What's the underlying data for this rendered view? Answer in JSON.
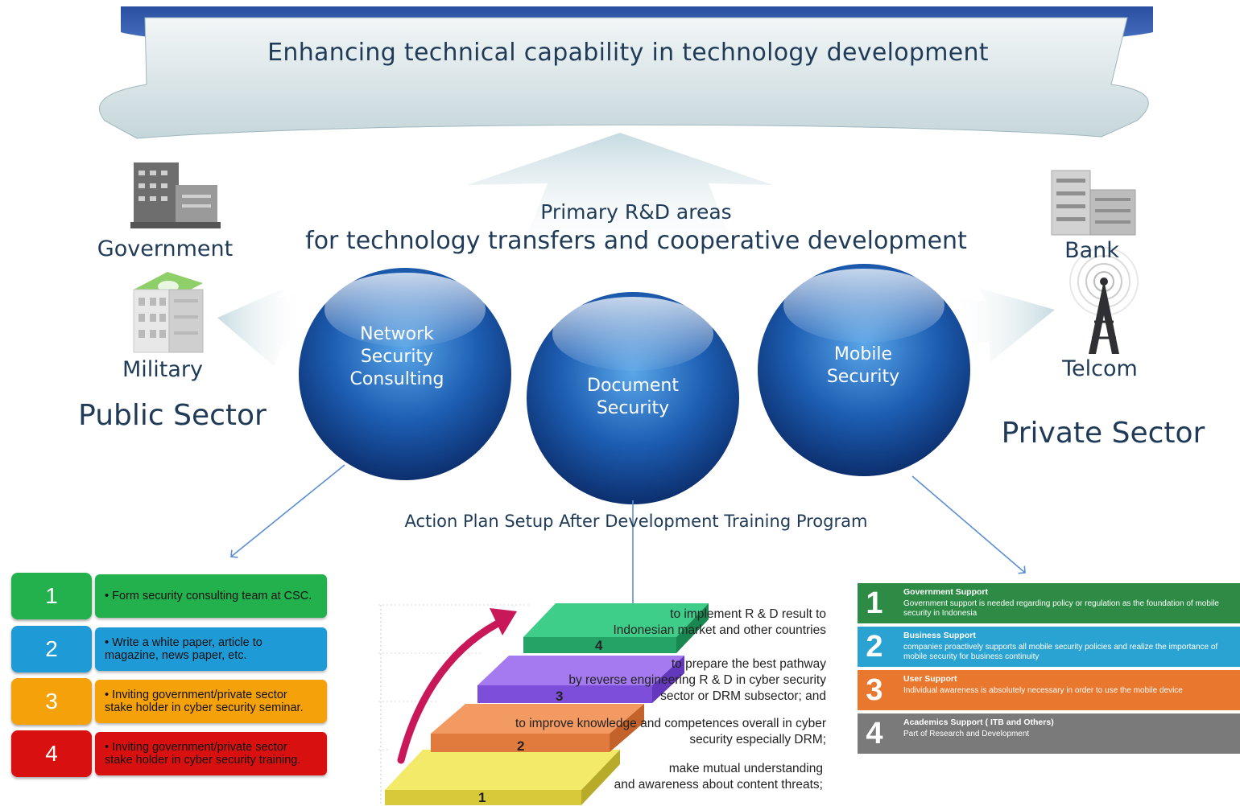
{
  "banner": {
    "title": "Enhancing technical capability in technology development"
  },
  "primary": {
    "line1": "Primary R&D areas",
    "line2": "for technology transfers and cooperative development"
  },
  "public_sector": {
    "label": "Public Sector",
    "entities": [
      "Government",
      "Military"
    ]
  },
  "private_sector": {
    "label": "Private Sector",
    "entities": [
      "Bank",
      "Telcom"
    ]
  },
  "spheres": [
    {
      "label": "Network Security Consulting"
    },
    {
      "label": "Document Security"
    },
    {
      "label": "Mobile Security"
    }
  ],
  "action_plan": "Action Plan Setup After Development Training Program",
  "left_list": [
    {
      "num": "1",
      "text": "• Form security consulting team at CSC.",
      "color": "#22b14c"
    },
    {
      "num": "2",
      "text": "• Write a white paper, article to\n   magazine, news paper, etc.",
      "color": "#1e9ad6"
    },
    {
      "num": "3",
      "text": "• Inviting government/private sector\n   stake holder in cyber security seminar.",
      "color": "#f5a20a"
    },
    {
      "num": "4",
      "text": "• Inviting government/private sector\n   stake holder in cyber security training.",
      "color": "#d91010"
    }
  ],
  "steps": [
    {
      "num": "1",
      "text": "make mutual understanding\nand awareness about content threats;",
      "color": "#e9dd4a"
    },
    {
      "num": "2",
      "text": "to improve knowledge and competences overall in cyber\nsecurity especially DRM;",
      "color": "#ef8a52"
    },
    {
      "num": "3",
      "text": "to prepare the best pathway\nby reverse engineering R & D in cyber security\nsector or DRM subsector; and",
      "color": "#8e5ce8"
    },
    {
      "num": "4",
      "text": "to implement R & D result to\nIndonesian market and other countries",
      "color": "#2fb978"
    }
  ],
  "right_list": [
    {
      "num": "1",
      "title": "Government Support",
      "desc": "Government support is needed regarding policy or regulation as the foundation of mobile security in Indonesia",
      "color": "#2e8b45"
    },
    {
      "num": "2",
      "title": "Business Support",
      "desc": "companies proactively supports all mobile security policies and realize the importance of mobile security for business continuity",
      "color": "#2aa3d3"
    },
    {
      "num": "3",
      "title": "User Support",
      "desc": "Individual awareness is absolutely necessary in order to use the mobile device",
      "color": "#e9772e"
    },
    {
      "num": "4",
      "title": "Academics Support ( ITB and Others)",
      "desc": "Part of Research and Development",
      "color": "#7a7a7a"
    }
  ]
}
